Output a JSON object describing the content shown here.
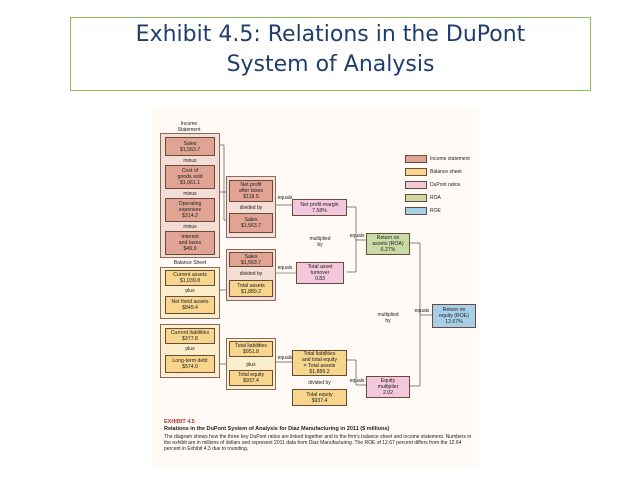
{
  "slide": {
    "title_line1": "Exhibit 4.5: Relations in the DuPont",
    "title_line2": "System of Analysis"
  },
  "legend": [
    {
      "label": "Income statement",
      "color": "#e0a394"
    },
    {
      "label": "Balance sheet",
      "color": "#f7d58c"
    },
    {
      "label": "DuPont ratios",
      "color": "#f3c8dc"
    },
    {
      "label": "ROA",
      "color": "#c8dba5"
    },
    {
      "label": "ROE",
      "color": "#a8cfe8"
    }
  ],
  "income_statement": {
    "header": "Income\nStatement",
    "sales": "Sales\n$1,563.7",
    "minus1": "minus",
    "cogs": "Cost of\ngoods sold\n$1,061.1",
    "minus2": "minus",
    "opex": "Operating\nexpenses\n$314.2",
    "minus3": "minus",
    "interest_taxes": "Interest\nand taxes\n$49.9"
  },
  "balance_sheet": {
    "header": "Balance Sheet",
    "current_assets": "Current assets\n$1,039.8",
    "plus1": "plus",
    "net_fixed_assets": "Net fixed assets\n$849.4",
    "current_liabilities": "Current liabilities\n$377.8",
    "plus2": "plus",
    "long_term_debt": "Long-term debt\n$574.0"
  },
  "middle": {
    "net_profit": "Net profit\nafter taxes\n$118.5",
    "divided_by1": "divided by",
    "sales1": "Sales\n$1,563.7",
    "sales2": "Sales\n$1,563.7",
    "divided_by2": "divided by",
    "total_assets": "Total assets\n$1,889.2",
    "total_liabilities": "Total liabilities\n$951.8",
    "plus": "plus",
    "total_equity": "Total equity\n$937.4"
  },
  "ratios": {
    "net_profit_margin": "Net profit margin\n7.58%",
    "multiplied_by1": "multiplied\nby",
    "total_asset_turnover": "Total asset\nturnover\n0.83",
    "tl_te": "Total liabilities\nand total equity\n= Total assets\n$1,889.2",
    "divided_by3": "divided by",
    "total_equity2": "Total equity\n$937.4",
    "roa": "Return on\nassets (ROA)\n6.27%",
    "multiplied_by2": "multiplied\nby",
    "equity_multiplier": "Equity\nmultiplier\n2.02",
    "roe": "Return on\nequity (ROE)\n12.67%"
  },
  "equals": "equals",
  "caption": {
    "exhibit": "EXHIBIT 4.5",
    "title": "Relations in the DuPont System of Analysis for Diaz Manufacturing in 2011 ($ millions)",
    "body": "The diagram shows how the three key DuPont ratios are linked together and to the firm's balance sheet and income statement. Numbers in the exhibit are in millions of dollars and represent 2011 data from Diaz Manufacturing. The ROE of 12.67 percent differs from the 12.64 percent in Exhibit 4.3 due to rounding."
  }
}
